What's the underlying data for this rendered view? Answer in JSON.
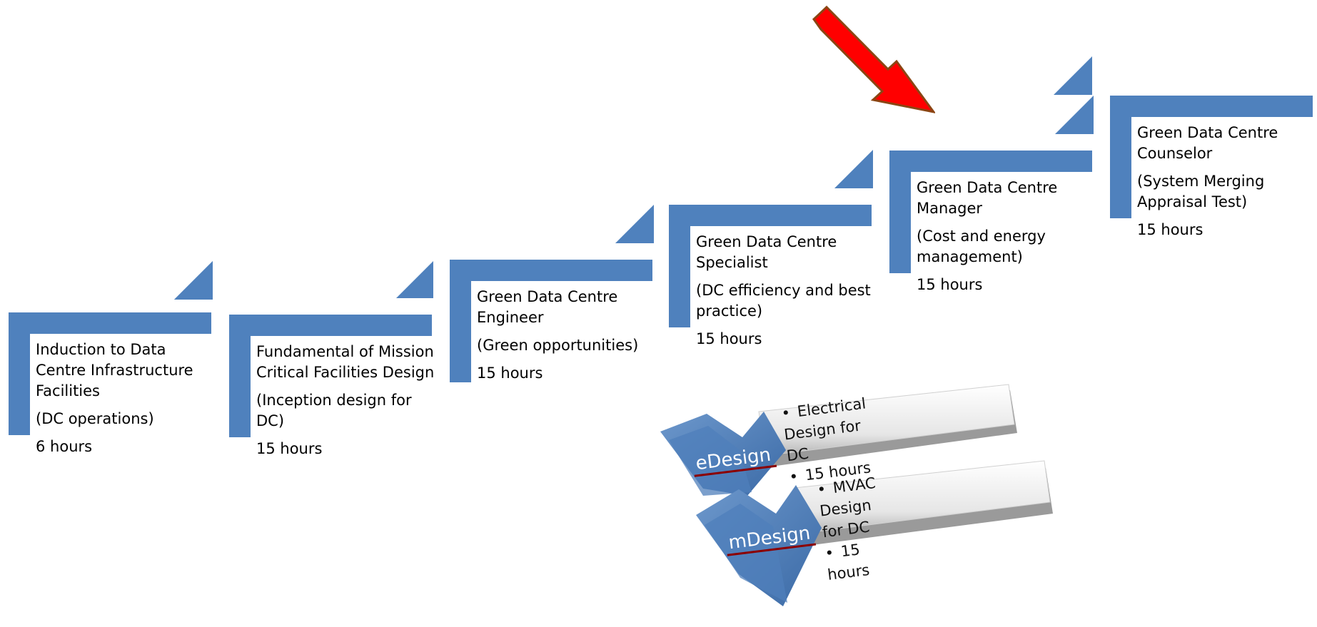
{
  "steps": [
    {
      "title": "Induction to Data Centre Infrastructure Facilities",
      "sub": "(DC operations)",
      "hours": "6 hours"
    },
    {
      "title": "Fundamental of Mission Critical Facilities Design",
      "sub": "(Inception design for DC)",
      "hours": "15 hours"
    },
    {
      "title": "Green Data Centre Engineer",
      "sub": "(Green opportunities)",
      "hours": "15 hours"
    },
    {
      "title": "Green Data Centre Specialist",
      "sub": "(DC efficiency and best practice)",
      "hours": "15 hours"
    },
    {
      "title": "Green Data Centre Manager",
      "sub": "(Cost and energy management)",
      "hours": "15 hours"
    },
    {
      "title": "Green Data Centre Counselor",
      "sub": "(System Merging Appraisal Test)",
      "hours": "15 hours"
    }
  ],
  "modules": [
    {
      "label": "eDesign",
      "line1": "Electrical Design for DC",
      "line2": "15 hours"
    },
    {
      "label": "mDesign",
      "line1": "MVAC Design for DC",
      "line2": "15 hours"
    }
  ],
  "colors": {
    "step_blue": "#4f81bd",
    "arrow_red": "#ff0000",
    "arrow_border": "#8b4513"
  }
}
